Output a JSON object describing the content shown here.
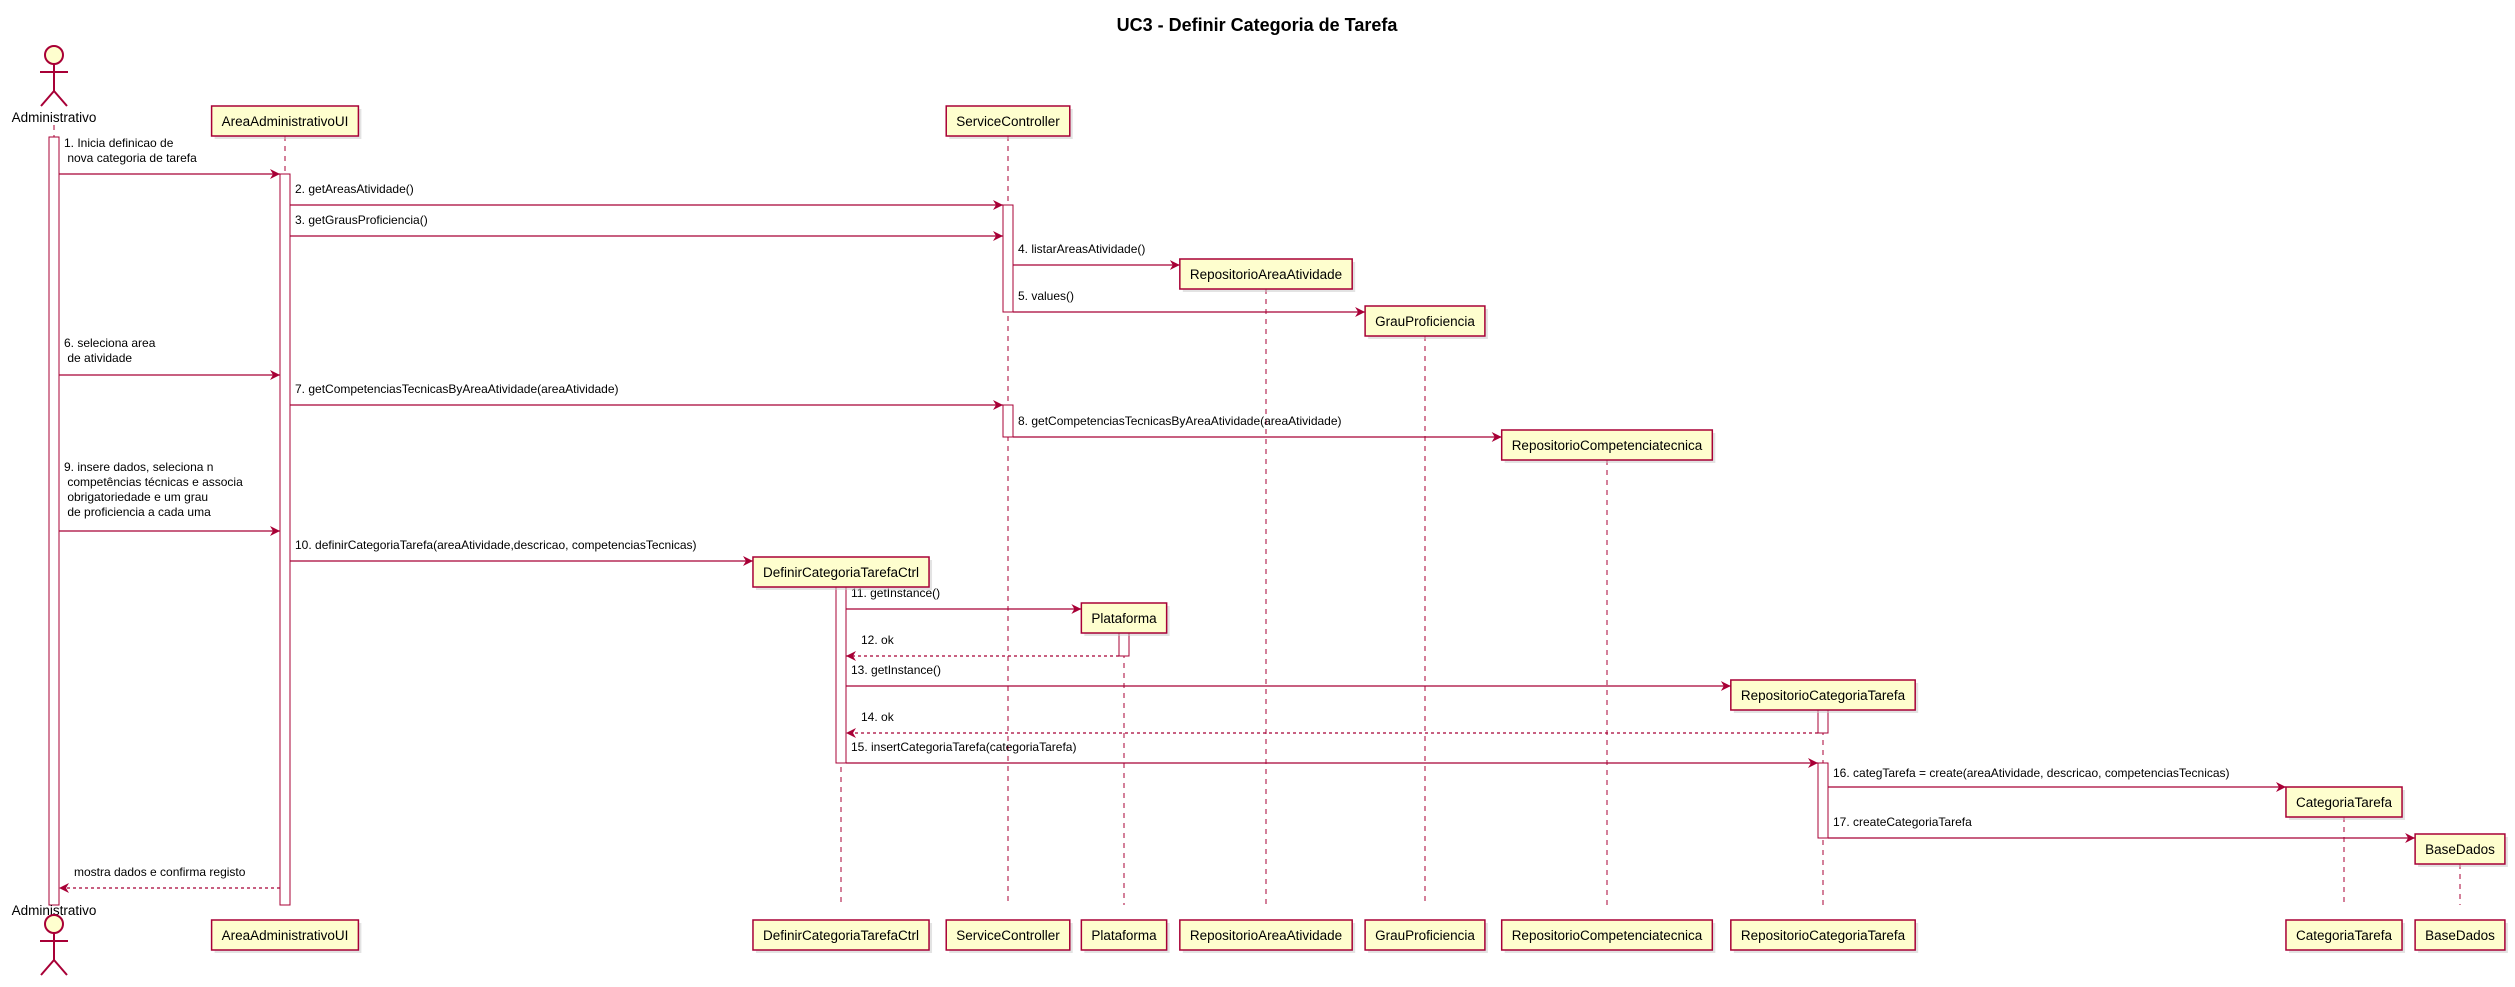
{
  "title": "UC3 - Definir Categoria de Tarefa",
  "actor": {
    "id": "administrativo",
    "label": "Administrativo"
  },
  "participants": [
    {
      "id": "areaAdministrativoUI",
      "label": "AreaAdministrativoUI"
    },
    {
      "id": "serviceController",
      "label": "ServiceController"
    },
    {
      "id": "repositorioAreaAtividade",
      "label": "RepositorioAreaAtividade"
    },
    {
      "id": "grauProficiencia",
      "label": "GrauProficiencia"
    },
    {
      "id": "repositorioCompetenciatecnica",
      "label": "RepositorioCompetenciatecnica"
    },
    {
      "id": "definirCategoriaTarefaCtrl",
      "label": "DefinirCategoriaTarefaCtrl"
    },
    {
      "id": "plataforma",
      "label": "Plataforma"
    },
    {
      "id": "repositorioCategoriaTarefa",
      "label": "RepositorioCategoriaTarefa"
    },
    {
      "id": "categoriaTarefa",
      "label": "CategoriaTarefa"
    },
    {
      "id": "baseDados",
      "label": "BaseDados"
    }
  ],
  "bottom_order": [
    "areaAdministrativoUI",
    "definirCategoriaTarefaCtrl",
    "serviceController",
    "plataforma",
    "repositorioAreaAtividade",
    "grauProficiencia",
    "repositorioCompetenciatecnica",
    "repositorioCategoriaTarefa",
    "categoriaTarefa",
    "baseDados"
  ],
  "messages": [
    {
      "from": "administrativo",
      "to": "areaAdministrativoUI",
      "text": [
        "1. Inicia definicao de",
        " nova categoria de tarefa"
      ],
      "dashed": false
    },
    {
      "from": "areaAdministrativoUI",
      "to": "serviceController",
      "text": [
        "2. getAreasAtividade()"
      ],
      "dashed": false
    },
    {
      "from": "areaAdministrativoUI",
      "to": "serviceController",
      "text": [
        "3. getGrausProficiencia()"
      ],
      "dashed": false
    },
    {
      "from": "serviceController",
      "to": "repositorioAreaAtividade",
      "text": [
        "4. listarAreasAtividade()"
      ],
      "dashed": false,
      "creates": true
    },
    {
      "from": "serviceController",
      "to": "grauProficiencia",
      "text": [
        "5. values()"
      ],
      "dashed": false,
      "creates": true
    },
    {
      "from": "administrativo",
      "to": "areaAdministrativoUI",
      "text": [
        "6. seleciona area",
        " de atividade"
      ],
      "dashed": false
    },
    {
      "from": "areaAdministrativoUI",
      "to": "serviceController",
      "text": [
        "7. getCompetenciasTecnicasByAreaAtividade(areaAtividade)"
      ],
      "dashed": false
    },
    {
      "from": "serviceController",
      "to": "repositorioCompetenciatecnica",
      "text": [
        "8. getCompetenciasTecnicasByAreaAtividade(areaAtividade)"
      ],
      "dashed": false,
      "creates": true
    },
    {
      "from": "administrativo",
      "to": "areaAdministrativoUI",
      "text": [
        "9. insere dados, seleciona n",
        " competências técnicas e associa",
        " obrigatoriedade e um grau",
        " de proficiencia a cada uma"
      ],
      "dashed": false
    },
    {
      "from": "areaAdministrativoUI",
      "to": "definirCategoriaTarefaCtrl",
      "text": [
        "10. definirCategoriaTarefa(areaAtividade,descricao, competenciasTecnicas)"
      ],
      "dashed": false,
      "creates": true
    },
    {
      "from": "definirCategoriaTarefaCtrl",
      "to": "plataforma",
      "text": [
        "11. getInstance()"
      ],
      "dashed": false,
      "creates": true
    },
    {
      "from": "plataforma",
      "to": "definirCategoriaTarefaCtrl",
      "text": [
        "12. ok"
      ],
      "dashed": true
    },
    {
      "from": "definirCategoriaTarefaCtrl",
      "to": "repositorioCategoriaTarefa",
      "text": [
        "13. getInstance()"
      ],
      "dashed": false,
      "creates": true
    },
    {
      "from": "repositorioCategoriaTarefa",
      "to": "definirCategoriaTarefaCtrl",
      "text": [
        "14. ok"
      ],
      "dashed": true
    },
    {
      "from": "definirCategoriaTarefaCtrl",
      "to": "repositorioCategoriaTarefa",
      "text": [
        "15. insertCategoriaTarefa(categoriaTarefa)"
      ],
      "dashed": false
    },
    {
      "from": "repositorioCategoriaTarefa",
      "to": "categoriaTarefa",
      "text": [
        "16. categTarefa = create(areaAtividade, descricao, competenciasTecnicas)"
      ],
      "dashed": false,
      "creates": true
    },
    {
      "from": "repositorioCategoriaTarefa",
      "to": "baseDados",
      "text": [
        "17. createCategoriaTarefa"
      ],
      "dashed": false,
      "creates": true
    },
    {
      "from": "areaAdministrativoUI",
      "to": "administrativo",
      "text": [
        "mostra dados e confirma registo"
      ],
      "dashed": true
    }
  ]
}
